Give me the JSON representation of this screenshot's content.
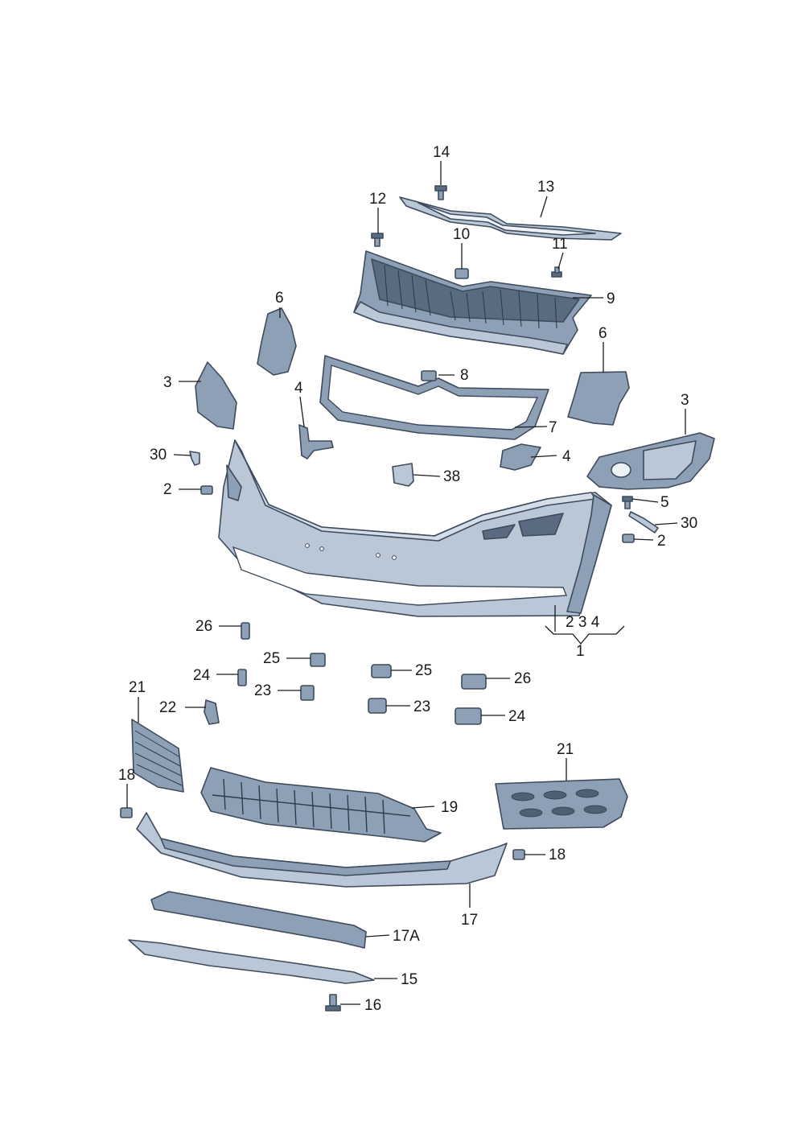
{
  "labels": {
    "p1": "1",
    "p1_sub": "2 3 4",
    "p2_left": "2",
    "p2_right": "2",
    "p3_left": "3",
    "p3_right": "3",
    "p4_left": "4",
    "p4_right": "4",
    "p5": "5",
    "p6_left": "6",
    "p6_right": "6",
    "p7": "7",
    "p8": "8",
    "p9": "9",
    "p10": "10",
    "p11": "11",
    "p12": "12",
    "p13": "13",
    "p14": "14",
    "p15": "15",
    "p16": "16",
    "p17": "17",
    "p17a": "17A",
    "p18_left": "18",
    "p18_right": "18",
    "p19": "19",
    "p21_left": "21",
    "p21_right": "21",
    "p22": "22",
    "p23_left": "23",
    "p23_right": "23",
    "p24_left": "24",
    "p24_right": "24",
    "p25_left": "25",
    "p25_right": "25",
    "p26_left": "26",
    "p26_right": "26",
    "p30_left": "30",
    "p30_right": "30",
    "p38": "38"
  }
}
